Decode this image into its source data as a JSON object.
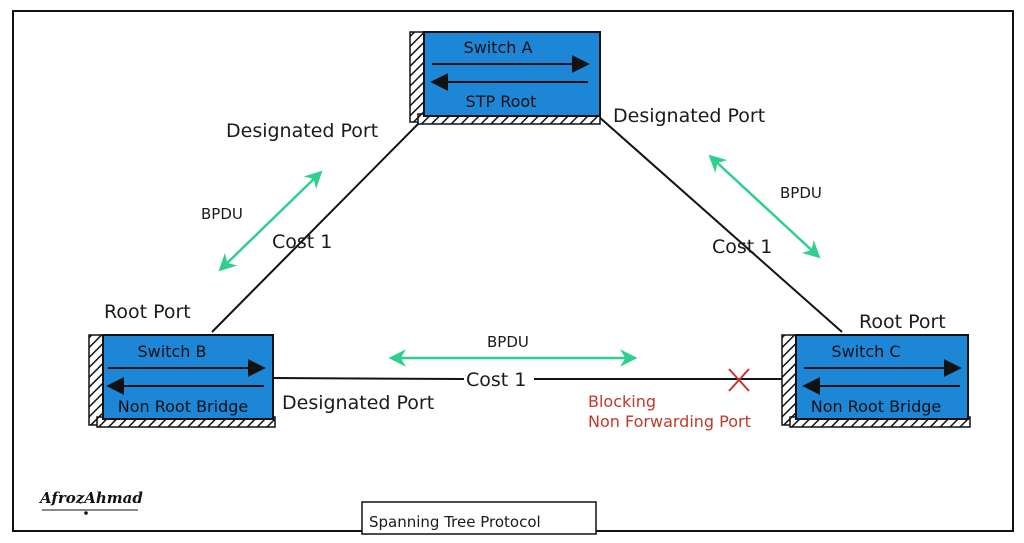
{
  "colors": {
    "switch_fill": "#1d86d6",
    "bpdu_arrow": "#2ecf8f",
    "blocking_red": "#c0392b",
    "line": "#111111"
  },
  "switches": {
    "a": {
      "name": "Switch A",
      "role": "STP Root"
    },
    "b": {
      "name": "Switch B",
      "role": "Non Root Bridge"
    },
    "c": {
      "name": "Switch C",
      "role": "Non Root Bridge"
    }
  },
  "ports": {
    "a_left": "Designated Port",
    "a_right": "Designated Port",
    "b_top": "Root Port",
    "b_right": "Designated Port",
    "c_top": "Root Port",
    "c_left_line1": "Blocking",
    "c_left_line2": "Non Forwarding Port"
  },
  "links": {
    "ab_cost": "Cost 1",
    "ac_cost": "Cost 1",
    "bc_cost": "Cost 1"
  },
  "bpdu": {
    "left": "BPDU",
    "right": "BPDU",
    "bottom": "BPDU"
  },
  "icons": {
    "blocked": "x-mark-icon",
    "logo": "afrozahmad-logo"
  },
  "logo_text": "AfrozAhmad",
  "caption": "Spanning Tree Protocol"
}
